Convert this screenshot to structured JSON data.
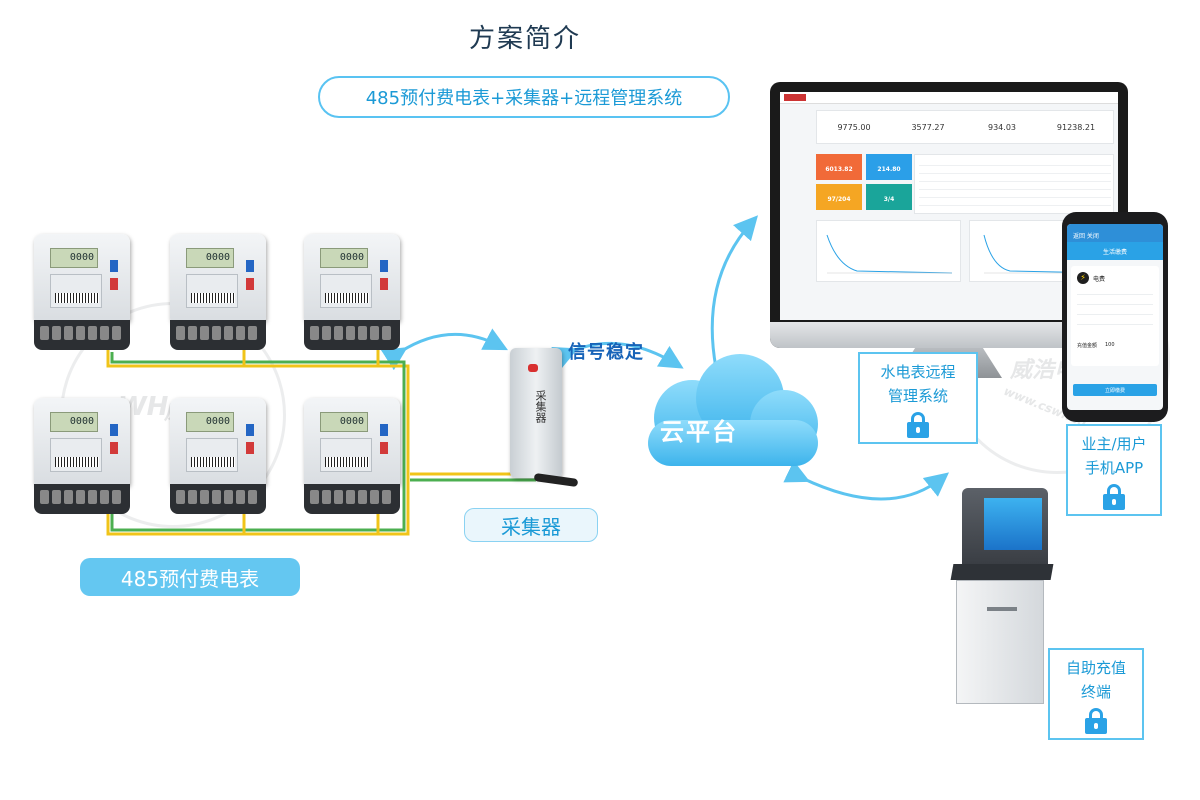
{
  "title": "方案简介",
  "subtitle": "485预付费电表+采集器+远程管理系统",
  "meters": {
    "lcd_value": "0000",
    "label": "485预付费电表"
  },
  "collector": {
    "device_text": "采集器",
    "label": "采集器"
  },
  "signal_text": "信号稳定",
  "cloud_label": "云平台",
  "dashboard": {
    "stats": [
      "9775.00",
      "3577.27",
      "934.03",
      "91238.21"
    ],
    "tiles": [
      {
        "value": "6013.82",
        "color": "#f16a38"
      },
      {
        "value": "214.80",
        "color": "#2b9fe8"
      },
      {
        "value": "97/204",
        "color": "#f5a623"
      },
      {
        "value": "3/4",
        "color": "#1aa59a"
      }
    ]
  },
  "phone_app": {
    "header": "返回  关闭",
    "banner": "生活缴费",
    "card_title": "电费",
    "amount_label": "充值金额",
    "amount_value": "100",
    "pay_button": "立即缴费"
  },
  "captions": {
    "remote_system": [
      "水电表远程",
      "管理系统"
    ],
    "mobile_app": [
      "业主/用户",
      "手机APP"
    ],
    "kiosk": [
      "自助充值",
      "终端"
    ]
  },
  "watermark": {
    "logo": "WH",
    "name": "威浩电气",
    "url": "www.cswhdq.com"
  },
  "colors": {
    "accent": "#5cc4f0",
    "accent_text": "#1b9ad6",
    "signal_text": "#1763b8",
    "wire_yellow": "#f0c419",
    "wire_green": "#4caf50"
  }
}
